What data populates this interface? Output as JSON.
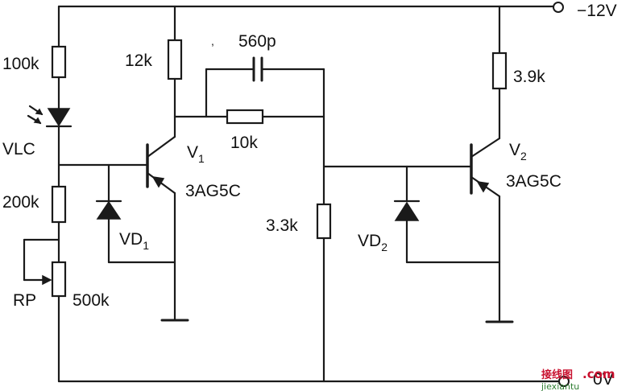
{
  "labels": {
    "supply_neg": "−12V",
    "supply_zero": "0V",
    "r_100k": "100k",
    "vlc": "VLC",
    "r_200k": "200k",
    "rp": "RP",
    "rp_value": "500k",
    "r_12k": "12k",
    "c_560p": "560p",
    "r_10k": "10k",
    "v1_name": "V",
    "v1_sub": "1",
    "v1_type": "3AG5C",
    "vd1_name": "VD",
    "vd1_sub": "1",
    "r_3_3k": "3.3k",
    "vd2_name": "VD",
    "vd2_sub": "2",
    "r_3_9k": "3.9k",
    "v2_name": "V",
    "v2_sub": "2",
    "v2_type": "3AG5C"
  },
  "watermark": {
    "logo_text": "接线图",
    "domain": ".com",
    "site": "jiexiantu"
  },
  "colors": {
    "ink": "#1a1a1a",
    "watermark_red": "#c8102e",
    "watermark_green": "#2e7d32"
  }
}
